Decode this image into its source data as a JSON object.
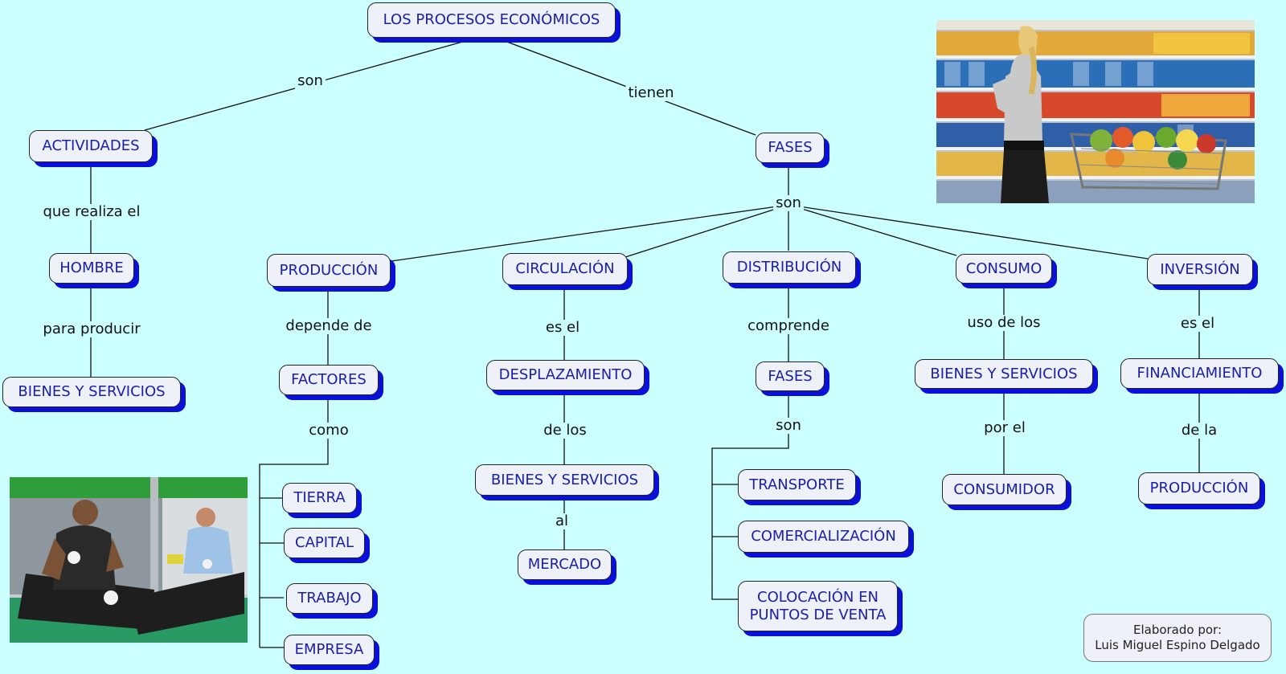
{
  "title": "LOS PROCESOS ECONÓMICOS",
  "nodes": {
    "actividades": "ACTIVIDADES",
    "fases": "FASES",
    "hombre": "HOMBRE",
    "bienes_servicios_hombre": "BIENES Y SERVICIOS",
    "produccion": "PRODUCCIÓN",
    "circulacion": "CIRCULACIÓN",
    "distribucion": "DISTRIBUCIÓN",
    "consumo": "CONSUMO",
    "inversion": "INVERSIÓN",
    "factores": "FACTORES",
    "tierra": "TIERRA",
    "capital": "CAPITAL",
    "trabajo": "TRABAJO",
    "empresa": "EMPRESA",
    "desplazamiento": "DESPLAZAMIENTO",
    "bienes_servicios_circulacion": "BIENES Y SERVICIOS",
    "mercado": "MERCADO",
    "fases_distribucion": "FASES",
    "transporte": "TRANSPORTE",
    "comercializacion": "COMERCIALIZACIÓN",
    "colocacion": "COLOCACIÓN EN\nPUNTOS DE VENTA",
    "bienes_servicios_consumo": "BIENES Y SERVICIOS",
    "consumidor": "CONSUMIDOR",
    "financiamiento": "FINANCIAMIENTO",
    "produccion_inversion": "PRODUCCIÓN"
  },
  "links": {
    "son_top": "son",
    "tienen": "tienen",
    "que_realiza_el": "que realiza el",
    "para_producir": "para producir",
    "son_fases": "son",
    "depende_de": "depende de",
    "como": "como",
    "es_el_circ": "es el",
    "de_los": "de los",
    "al": "al",
    "comprende": "comprende",
    "son_dist": "son",
    "uso_de_los": "uso de los",
    "por_el": "por el",
    "es_el_inv": "es el",
    "de_la": "de la"
  },
  "credit": {
    "line1": "Elaborado por:",
    "line2": "Luis Miguel Espino Delgado"
  },
  "colors": {
    "background": "#ccffff",
    "node_fill": "#eef1f8",
    "node_text": "#1a20a8",
    "node_shadow": "#0a10d8"
  },
  "images": {
    "supermarket": "supermarket-shopper-photo",
    "factory": "factory-workers-photo"
  }
}
